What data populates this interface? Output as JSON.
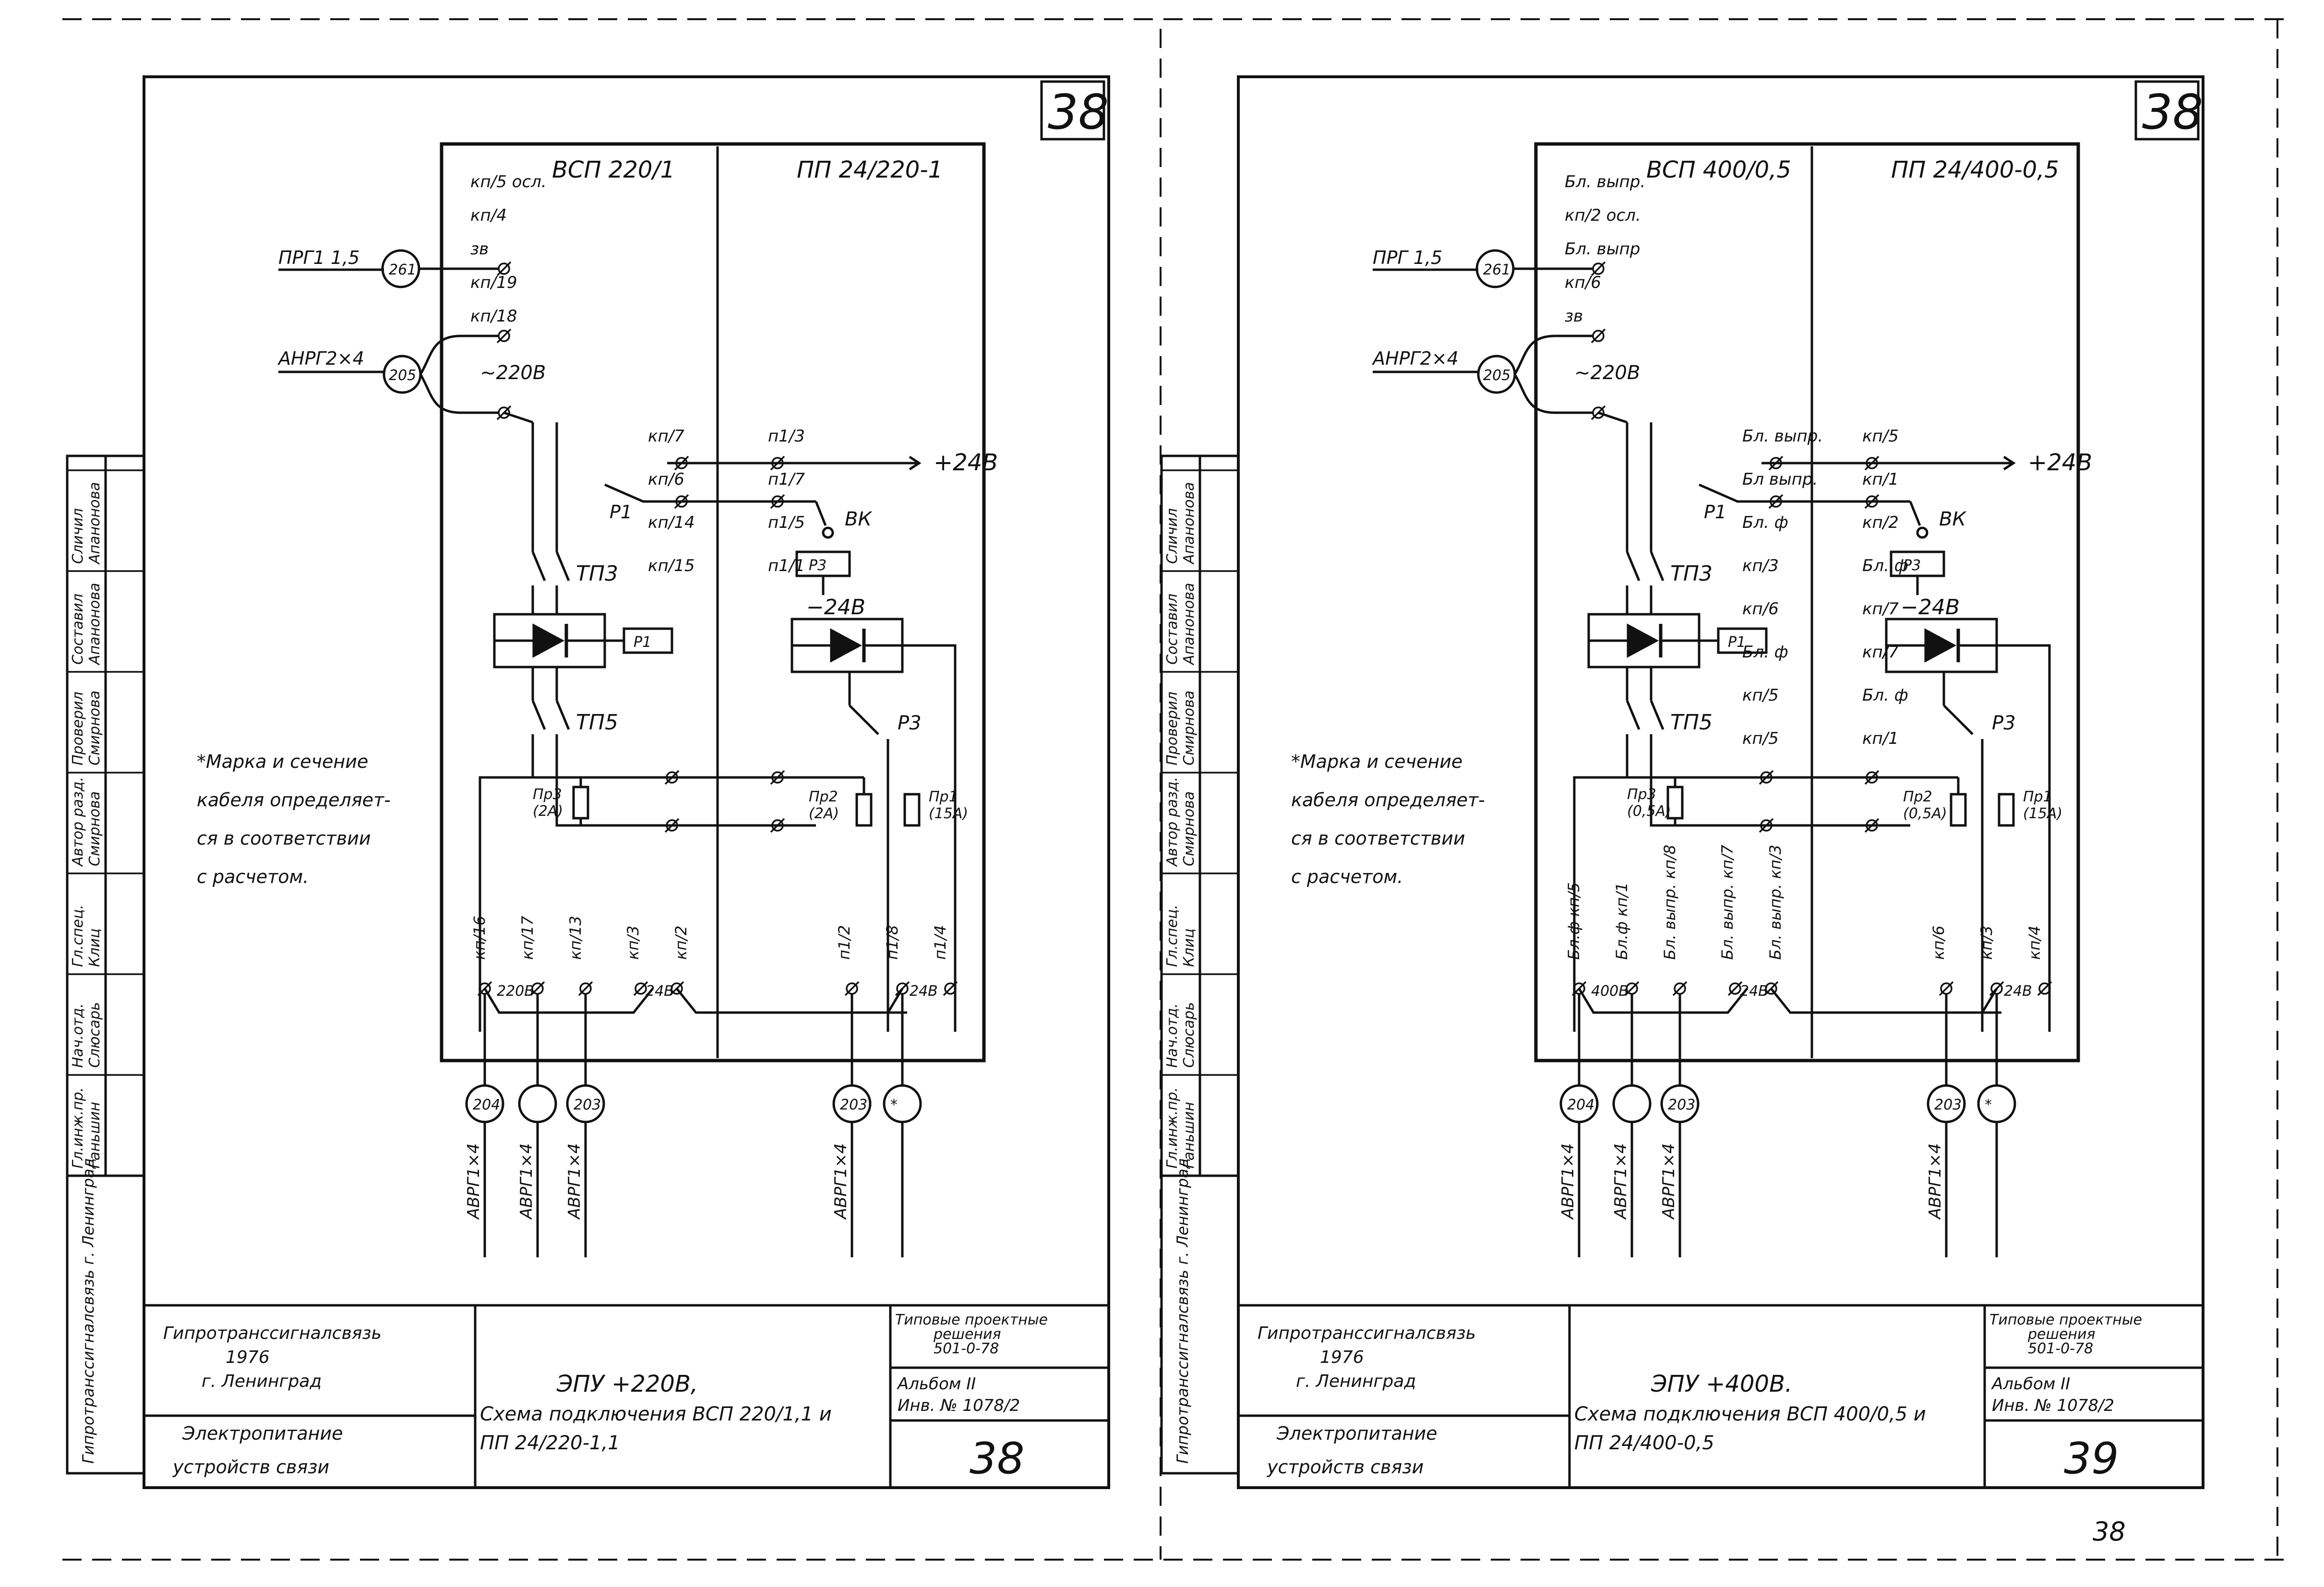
{
  "page_number": "38",
  "sheets": [
    {
      "id": "left",
      "corner_number": "38",
      "unit_left": "ВСП 220/1",
      "unit_right": "ПП 24/220-1",
      "cable_top": "ПРГ1 1,5",
      "cable_top_num": "261",
      "cable_in": "АНРГ2×4",
      "cable_in_num": "205",
      "voltage": "~220В",
      "plus24": "+24В",
      "minus24": "−24В",
      "note": [
        "*Марка и сечение",
        "кабеля определяет-",
        "ся в соответствии",
        "с расчетом."
      ],
      "terminals_top": {
        "kp5": "кп/5 осл.",
        "kp4": "кп/4",
        "zv": "зв",
        "kp19": "кп/19",
        "kp18": "кп/18",
        "kp7": "кп/7",
        "p13": "п1/3",
        "kp6": "кп/6",
        "p17": "п1/7",
        "kp14": "кп/14",
        "p15": "п1/5",
        "kp15": "кп/15",
        "p11": "п1/1"
      },
      "relays": {
        "r1": "Р1",
        "r3": "Р3",
        "vk": "ВК",
        "tp3": "ТП3",
        "tp5": "ТП5",
        "p1box": "Р1",
        "p3box": "Р3"
      },
      "fuses": {
        "pr3": [
          "Пр3",
          "(2А)"
        ],
        "pr2": [
          "Пр2",
          "(2А)"
        ],
        "pr1": [
          "Пр1",
          "(15А)"
        ]
      },
      "bottom_terminals": [
        "кп/16",
        "кп/17",
        "кп/13",
        "кп/3",
        "кп/2",
        "п1/2",
        "п1/8",
        "п1/4"
      ],
      "bottom_values": {
        "v1": "220В",
        "v2": "24В",
        "v3": "24В"
      },
      "cables_out": [
        {
          "num": "204",
          "name": "АВРГ1×4"
        },
        {
          "num": "",
          "name": "АВРГ1×4"
        },
        {
          "num": "203",
          "name": "АВРГ1×4"
        },
        {
          "num": "203",
          "name": "АВРГ1×4"
        },
        {
          "num": "*",
          "name": ""
        }
      ],
      "title_block": {
        "org": "Гипротранссигналсвязь",
        "year": "1976",
        "city": "г. Ленинград",
        "section1": "Электропитание",
        "section2": "устройств  связи",
        "title1": "ЭПУ +220В,",
        "title2": "Схема подключения ВСП 220/1,1 и",
        "title3": "ПП 24/220-1,1",
        "typical": [
          "Типовые проектные",
          "решения",
          "501-0-78"
        ],
        "album": "Альбом II",
        "inv": "Инв. № 1078/2",
        "sheet_no": "38"
      },
      "side_block": {
        "org_vertical": "Гипротрансcигналсвязь  г. Ленинград",
        "rows": [
          {
            "role": "Гл.инж.пр.",
            "name": "Ганьшин"
          },
          {
            "role": "Нач.отд.",
            "name": "Слюсарь"
          },
          {
            "role": "Гл.спец.",
            "name": "Клиц"
          },
          {
            "role": "Автор разд.",
            "name": "Смирнова"
          },
          {
            "role": "Проверил",
            "name": "Смирнова"
          },
          {
            "role": "Составил",
            "name": "Апанонова"
          },
          {
            "role": "Сличил",
            "name": "Апанонова"
          }
        ]
      }
    },
    {
      "id": "right",
      "corner_number": "38",
      "unit_left": "ВСП 400/0,5",
      "unit_right": "ПП 24/400-0,5",
      "cable_top": "ПРГ 1,5",
      "cable_top_num": "261",
      "cable_in": "АНРГ2×4",
      "cable_in_num": "205",
      "voltage": "~220В",
      "plus24": "+24В",
      "minus24": "−24В",
      "note": [
        "*Марка и сечение",
        "кабеля определяет-",
        "ся в соответствии",
        "с расчетом."
      ],
      "terminals_top": {
        "kp2": "Бл. выпр.",
        "kp2b": "кп/2 осл.",
        "kp6": "Бл. выпр",
        "kp6b": "кп/6",
        "zv": "зв",
        "kp5": "Бл. выпр.",
        "kp5b": "кп/5",
        "kp1": "Бл выпр.",
        "kp1b": "кп/1",
        "blf2": "Бл. ф",
        "blf2b": "кп/2",
        "kp3": "кп/3",
        "blf6": "Бл. ф",
        "blf6b": "кп/6",
        "kp7": "кп/7",
        "blf7": "Бл. ф",
        "blf7b": "кп/7",
        "kp5r": "кп/5",
        "blf5": "Бл. ф",
        "blf5b": "кп/5",
        "kp1r": "кп/1"
      },
      "relays": {
        "r1": "Р1",
        "r3": "Р3",
        "vk": "ВК",
        "tp3": "ТП3",
        "tp5": "ТП5",
        "p1box": "Р1",
        "p3box": "Р3"
      },
      "fuses": {
        "pr3": [
          "Пр3",
          "(0,5А)"
        ],
        "pr2": [
          "Пр2",
          "(0,5А)"
        ],
        "pr1": [
          "Пр1",
          "(15А)"
        ]
      },
      "bottom_terminals": [
        "Бл.ф кп/5",
        "Бл.ф кп/1",
        "Бл. выпр. кп/8",
        "Бл. выпр. кп/7",
        "Бл. выпр. кп/3",
        "кп/6",
        "кп/3",
        "кп/4"
      ],
      "bottom_values": {
        "v1": "400В",
        "v2": "24В",
        "v3": "24В"
      },
      "cables_out": [
        {
          "num": "204",
          "name": "АВРГ1×4"
        },
        {
          "num": "",
          "name": "АВРГ1×4"
        },
        {
          "num": "203",
          "name": "АВРГ1×4"
        },
        {
          "num": "203",
          "name": "АВРГ1×4"
        },
        {
          "num": "*",
          "name": ""
        }
      ],
      "title_block": {
        "org": "Гипротранссигналсвязь",
        "year": "1976",
        "city": "г. Ленинград",
        "section1": "Электропитание",
        "section2": "устройств  связи",
        "title1": "ЭПУ +400В.",
        "title2": "Схема подключения ВСП 400/0,5 и",
        "title3": "ПП 24/400-0,5",
        "typical": [
          "Типовые проектные",
          "решения",
          "501-0-78"
        ],
        "album": "Альбом II",
        "inv": "Инв. № 1078/2",
        "sheet_no": "39"
      },
      "side_block": {
        "org_vertical": "Гипротранссигналсвязь  г. Ленинград",
        "rows": [
          {
            "role": "Гл.инж.пр.",
            "name": "Ганьшин"
          },
          {
            "role": "Нач.отд.",
            "name": "Слюсарь"
          },
          {
            "role": "Гл.спец.",
            "name": "Клиц"
          },
          {
            "role": "Автор разд.",
            "name": "Смирнова"
          },
          {
            "role": "Проверил",
            "name": "Смирнова"
          },
          {
            "role": "Составил",
            "name": "Апанонова"
          },
          {
            "role": "Сличил",
            "name": "Апанонова"
          }
        ]
      }
    }
  ]
}
